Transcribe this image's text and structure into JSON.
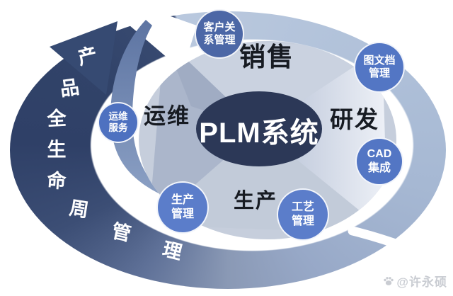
{
  "diagram": {
    "title": "PLM系统",
    "center": {
      "label": "PLM系统"
    },
    "cycle_text": {
      "phrase": "产品全生命周管理",
      "characters": [
        "产",
        "品",
        "全",
        "生",
        "命",
        "周",
        "管",
        "理"
      ]
    },
    "quadrants": [
      {
        "id": "sales",
        "label": "销售"
      },
      {
        "id": "rnd",
        "label": "研发"
      },
      {
        "id": "production",
        "label": "生产"
      },
      {
        "id": "operations",
        "label": "运维"
      }
    ],
    "badges": [
      {
        "id": "crm",
        "lines": [
          "客户关",
          "系管理"
        ]
      },
      {
        "id": "doc",
        "lines": [
          "图文档",
          "管理"
        ]
      },
      {
        "id": "cad",
        "lines": [
          "CAD",
          "集成"
        ]
      },
      {
        "id": "process",
        "lines": [
          "工艺",
          "管理"
        ]
      },
      {
        "id": "production",
        "lines": [
          "生产",
          "管理"
        ]
      },
      {
        "id": "ops",
        "lines": [
          "运维",
          "服务"
        ]
      }
    ],
    "watermark": {
      "text": "@许永硕",
      "icon": "paw-icon"
    },
    "colors": {
      "band_dark": "#2f4067",
      "band_light": "#b8c7dd",
      "center_ellipse": "#2c3857",
      "badge_blue": "#5376c4",
      "badge_blue_dark": "#4c67a6",
      "label_text": "#171b22",
      "arc_text": "#ffffff",
      "watermark_gray": "#c9ccd2"
    }
  }
}
